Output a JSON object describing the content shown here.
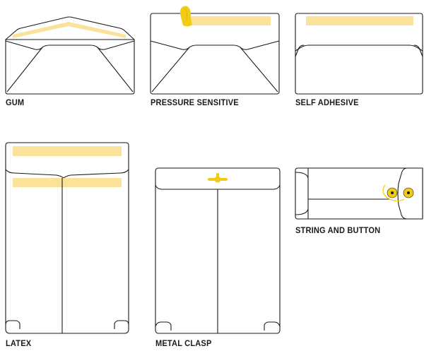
{
  "envelopes": [
    {
      "id": "gum",
      "label": "GUM"
    },
    {
      "id": "pressure-sensitive",
      "label": "PRESSURE SENSITIVE"
    },
    {
      "id": "self-adhesive",
      "label": "SELF ADHESIVE"
    },
    {
      "id": "latex",
      "label": "LATEX"
    },
    {
      "id": "metal-clasp",
      "label": "METAL CLASP"
    },
    {
      "id": "string-and-button",
      "label": "STRING AND BUTTON"
    }
  ],
  "colors": {
    "adhesive_strip": "#fbe29a",
    "accent_yellow": "#f2cc13",
    "line": "#1a1a1a",
    "background": "#ffffff"
  }
}
